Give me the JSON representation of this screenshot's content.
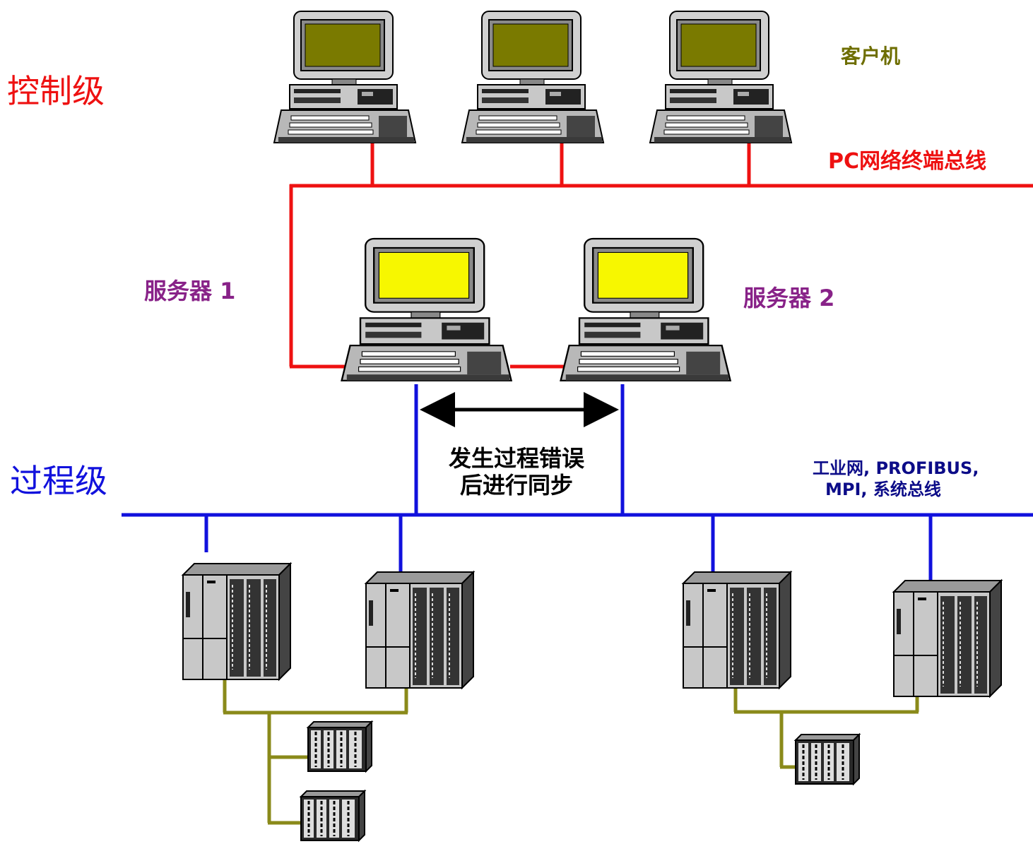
{
  "labels": {
    "control_level": "控制级",
    "process_level": "过程级",
    "client": "客户机",
    "pc_bus": "PC网络终端总线",
    "server1": "服务器 1",
    "server2": "服务器 2",
    "sync_line1": "发生过程错误",
    "sync_line2": "后进行同步",
    "industrial_net_line1": "工业网, PROFIBUS,",
    "industrial_net_line2": "MPI, 系统总线"
  },
  "colors": {
    "pc_bus": "#ee1111",
    "process_bus": "#1111dd",
    "field_bus": "#8a8a1a",
    "client_screen": "#7a7a00",
    "server_screen": "#f7f700",
    "device_body": "#c8c8c8",
    "device_dark": "#1a1a1a"
  },
  "icons": {
    "client": "desktop-computer-icon",
    "server": "desktop-computer-icon",
    "plc": "plc-rack-icon",
    "io": "io-module-icon"
  }
}
